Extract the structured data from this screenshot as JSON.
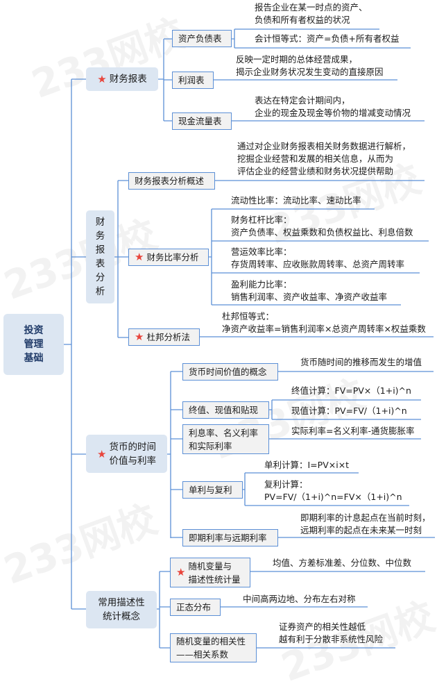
{
  "watermark": "233网校",
  "root": {
    "label": "投资\n管理\n基础"
  },
  "colors": {
    "line": "#5b8fd6",
    "l1_fill": "#dce6f2",
    "l2_fill": "#f2f2f2",
    "star": "#e8453c"
  },
  "branches": {
    "fs": {
      "label": "财务报表",
      "starred": true,
      "balance": {
        "label": "资产负债表",
        "d1": "报告企业在某一时点的资产、\n负债和所有者权益的状况",
        "d2": "会计恒等式：资产=负债+所有者权益"
      },
      "income": {
        "label": "利润表",
        "d1": "反映一定时期的总体经营成果，\n揭示企业财务状况发生变动的直接原因"
      },
      "cash": {
        "label": "现金流量表",
        "d1": "表达在特定会计期间内，\n企业的现金及现金等价物的增减变动情况"
      }
    },
    "fsa": {
      "label": "财\n务\n报\n表\n分\n析",
      "overview": {
        "label": "财务报表分析概述",
        "d1": "通过对企业财务报表相关财务数据进行解析，\n挖掘企业经营和发展的相关信息，从而为\n评估企业的经营业绩和财务状况提供帮助"
      },
      "ratio": {
        "label": "财务比率分析",
        "starred": true,
        "d1": "流动性比率：流动比率、速动比率",
        "d2": "财务杠杆比率：\n资产负债率、权益乘数和负债权益比、利息倍数",
        "d3": "营运效率比率：\n存货周转率、应收账款周转率、总资产周转率",
        "d4": "盈利能力比率：\n销售利润率、资产收益率、净资产收益率"
      },
      "dupont": {
        "label": "杜邦分析法",
        "starred": true,
        "d1": "杜邦恒等式：\n净资产收益率=销售利润率×总资产周转率×权益乘数"
      }
    },
    "tvm": {
      "label": "货币的时间\n价值与利率",
      "starred": true,
      "concept": {
        "label": "货币时间价值的概念",
        "d1": "货币随时间的推移而发生的增值"
      },
      "fv": {
        "label": "终值、现值和贴现",
        "d1": "终值计算：FV=PV×（1+i)^n",
        "d2": "现值计算：PV=FV/（1+i)^n"
      },
      "rate": {
        "label": "利息率、名义利率\n和实际利率",
        "d1": "实际利率=名义利率-通货膨胀率"
      },
      "interest": {
        "label": "单利与复利",
        "d1": "单利计算：I=PV×i×t",
        "d2": "复利计算：\nPV=FV/（1+i)^n=FV×（1+i)^n"
      },
      "spot": {
        "label": "即期利率与远期利率",
        "d1": "即期利率的计息起点在当前时刻，\n远期利率的起点在未来某一时刻"
      }
    },
    "stats": {
      "label": "常用描述性\n统计概念",
      "rv": {
        "label": "随机变量与\n描述性统计量",
        "starred": true,
        "d1": "均值、方差标准差、分位数、中位数"
      },
      "normal": {
        "label": "正态分布",
        "d1": "中间高两边地、分布左右对称"
      },
      "corr": {
        "label": "随机变量的相关性\n——相关系数",
        "d1": "证券资产的相关性越低\n越有利于分散非系统性风险"
      }
    }
  }
}
